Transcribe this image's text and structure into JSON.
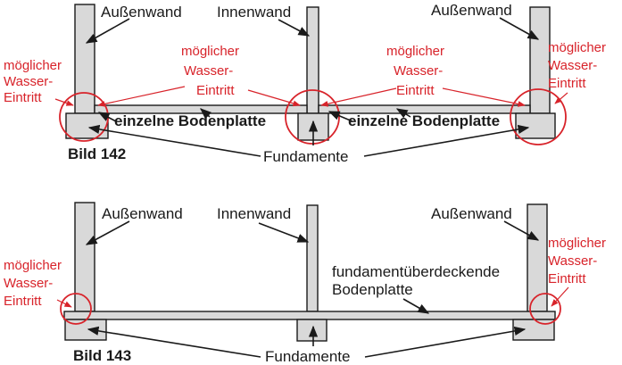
{
  "colors": {
    "accent": "#d8232a",
    "line": "#1a1a1a",
    "fill": "#d9d9d9"
  },
  "fig142": {
    "aussenwand_left": "Außenwand",
    "innenwand": "Innenwand",
    "aussenwand_right": "Außenwand",
    "water_left": [
      "möglicher",
      "Wasser-",
      "Eintritt"
    ],
    "water_mid_left": [
      "möglicher",
      "Wasser-",
      "Eintritt"
    ],
    "water_mid_right": [
      "möglicher",
      "Wasser-",
      "Eintritt"
    ],
    "water_right": [
      "möglicher",
      "Wasser-",
      "Eintritt"
    ],
    "slab_left": "einzelne Bodenplatte",
    "slab_right": "einzelne Bodenplatte",
    "fundamente": "Fundamente",
    "caption": "Bild 142"
  },
  "fig143": {
    "aussenwand_left": "Außenwand",
    "innenwand": "Innenwand",
    "aussenwand_right": "Außenwand",
    "water_left": [
      "möglicher",
      "Wasser-",
      "Eintritt"
    ],
    "water_right": [
      "möglicher",
      "Wasser-",
      "Eintritt"
    ],
    "slab": [
      "fundamentüberdeckende",
      "Bodenplatte"
    ],
    "fundamente": "Fundamente",
    "caption": "Bild 143"
  }
}
